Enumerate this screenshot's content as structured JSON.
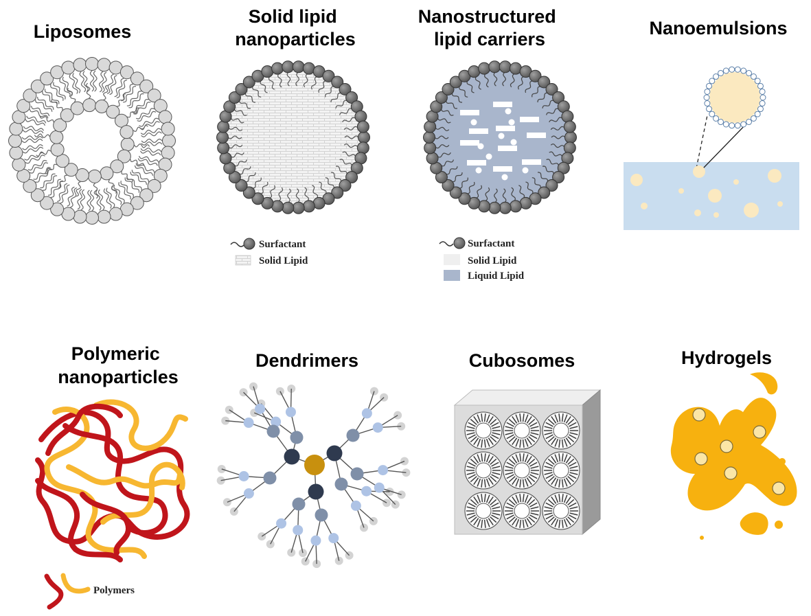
{
  "panels": {
    "liposomes": {
      "title": [
        "Liposomes"
      ]
    },
    "sln": {
      "title": [
        "Solid lipid",
        "nanoparticles"
      ],
      "legend": [
        "Surfactant",
        "Solid Lipid"
      ]
    },
    "nlc": {
      "title": [
        "Nanostructured",
        "lipid carriers"
      ],
      "legend": [
        "Surfactant",
        "Solid Lipid",
        "Liquid Lipid"
      ]
    },
    "nanoemulsions": {
      "title": [
        "Nanoemulsions"
      ]
    },
    "polymeric": {
      "title": [
        "Polymeric",
        "nanoparticles"
      ],
      "legend": [
        "Polymers"
      ]
    },
    "dendrimers": {
      "title": [
        "Dendrimers"
      ]
    },
    "cubosomes": {
      "title": [
        "Cubosomes"
      ]
    },
    "hydrogels": {
      "title": [
        "Hydrogels"
      ]
    }
  },
  "colors": {
    "lipid_head_light": "#d9d9d9",
    "lipid_head_dark": "#707070",
    "liquid_lipid": "#a9b6cc",
    "emulsion_bg": "#c9ddef",
    "droplet": "#fbe9c0",
    "polymer_red": "#c0151b",
    "polymer_yellow": "#f7b731",
    "dendrimer_core": "#c8900e",
    "dendrimer_dark": "#2f3a4f",
    "dendrimer_mid": "#7f8fa8",
    "dendrimer_light": "#aec3e5",
    "cube_front": "#dcdcdc",
    "hydrogel": "#f7b10f"
  }
}
